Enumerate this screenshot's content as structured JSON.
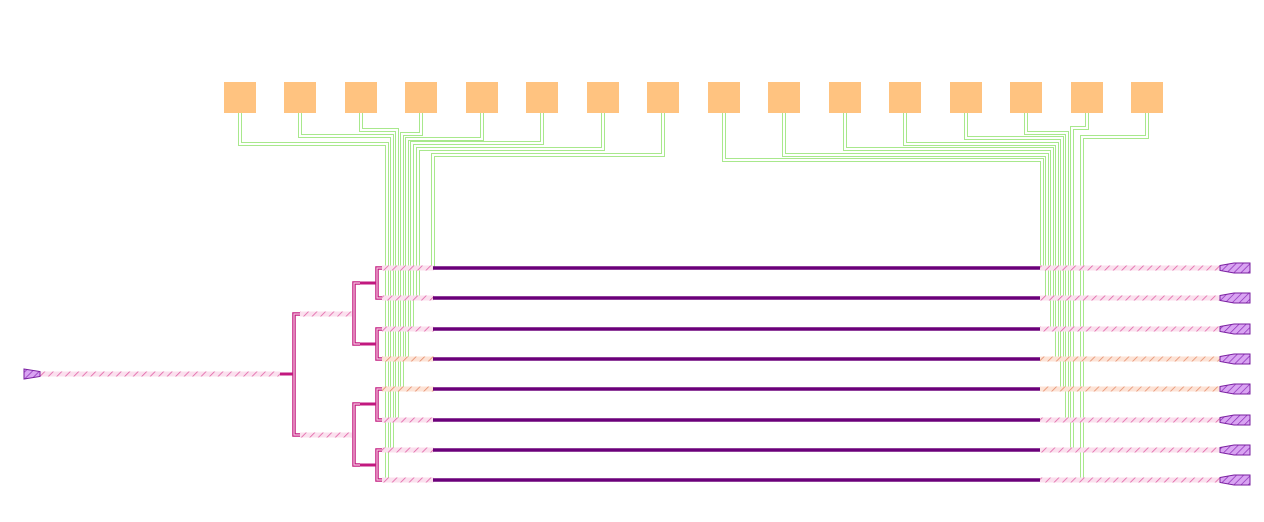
{
  "layout": {
    "pad_count": 16,
    "waveguide_count": 8,
    "splitter_stages": 3,
    "input_ports": 1,
    "output_ports": 8
  },
  "colors": {
    "background": "#ffffff",
    "pad_fill": "#ffc380",
    "trace": "#a8e88c",
    "waveguide_core": "#6b007a",
    "waveguide_taper": "#c2187f",
    "hatch_pink": "#f2a6cf",
    "hatch_salmon": "#f4b39a",
    "port_fill": "#c77be8",
    "port_stroke": "#7a1fa0"
  },
  "icons": {
    "pad": "bond-pad-icon",
    "input_port": "edge-coupler-icon",
    "output_port": "edge-coupler-icon"
  }
}
